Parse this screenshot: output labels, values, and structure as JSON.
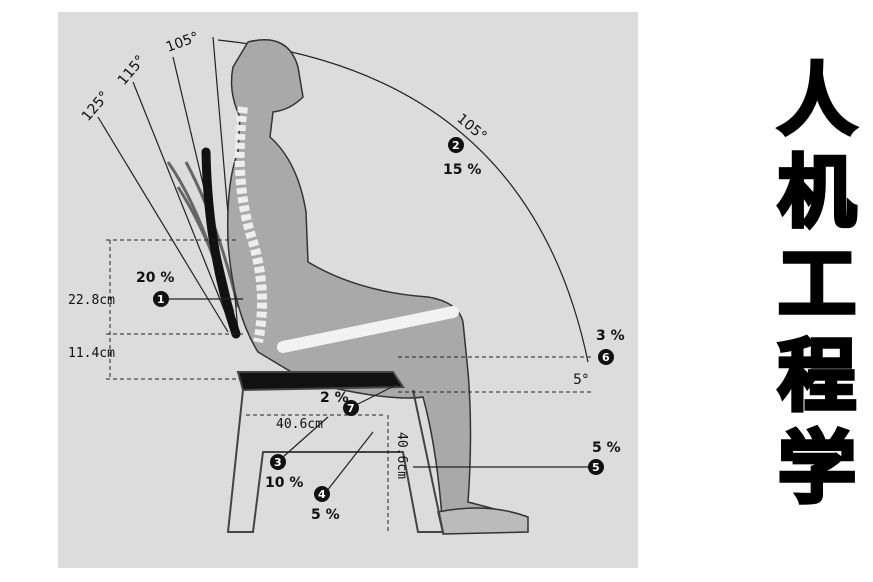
{
  "title_chars": [
    "人",
    "机",
    "工",
    "程",
    "学"
  ],
  "angles": {
    "a125": "125°",
    "a115": "115°",
    "a105_top": "105°",
    "a105_arc": "105°",
    "a5": "5°"
  },
  "dimensions": {
    "back_height": "22.8cm",
    "lumbar_height": "11.4cm",
    "seat_depth": "40.6cm",
    "seat_height": "40.6cm"
  },
  "markers": [
    {
      "num": "1",
      "pct": "20 %"
    },
    {
      "num": "2",
      "pct": "15 %"
    },
    {
      "num": "3",
      "pct": "10 %"
    },
    {
      "num": "4",
      "pct": "5 %"
    },
    {
      "num": "5",
      "pct": "5 %"
    },
    {
      "num": "6",
      "pct": "3 %"
    },
    {
      "num": "7",
      "pct": "2 %"
    }
  ],
  "colors": {
    "scan_bg": "#dcdcdc",
    "ink": "#111111",
    "body_fill": "#a9a9a9"
  }
}
